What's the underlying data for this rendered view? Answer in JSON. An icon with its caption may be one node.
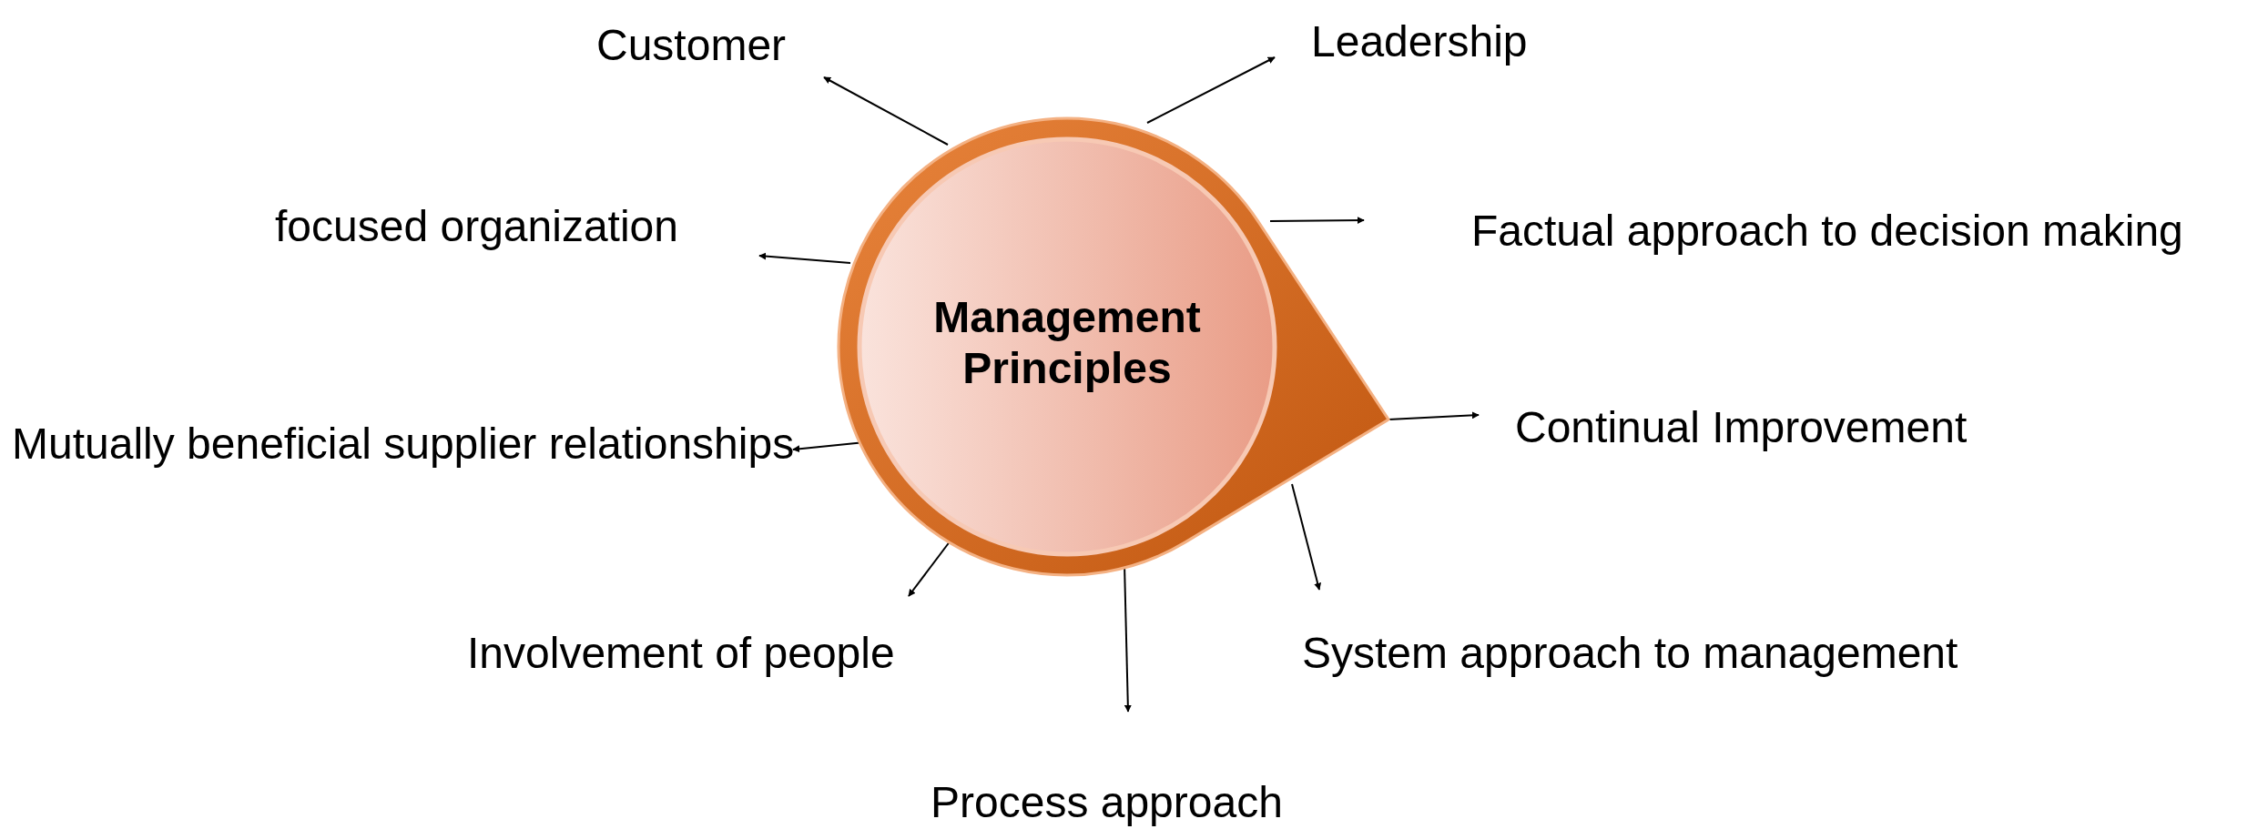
{
  "diagram": {
    "nodes": [
      {
        "text": [
          "Management Principles"
        ]
      },
      {
        "text": [
          "Customer"
        ]
      },
      {
        "text": [
          "Leadership"
        ]
      },
      {
        "text": [
          "focused organization"
        ]
      },
      {
        "text": [
          "Factual approach to decision making"
        ]
      },
      {
        "text": [
          "Continual Improvement"
        ]
      },
      {
        "text": [
          "Mutually beneficial supplier relationships"
        ]
      },
      {
        "text": [
          "Involvement of people"
        ]
      },
      {
        "text": [
          "System approach to management"
        ]
      },
      {
        "text": [
          "Process approach"
        ]
      }
    ],
    "edges": [
      {
        "from": 0,
        "to": 1,
        "arrow": "to"
      },
      {
        "from": 0,
        "to": 2,
        "arrow": "to"
      },
      {
        "from": 0,
        "to": 3,
        "arrow": "to"
      },
      {
        "from": 0,
        "to": 4,
        "arrow": "to"
      },
      {
        "from": 0,
        "to": 5,
        "arrow": "to"
      },
      {
        "from": 0,
        "to": 6,
        "arrow": "to"
      },
      {
        "from": 0,
        "to": 7,
        "arrow": "to"
      },
      {
        "from": 0,
        "to": 8,
        "arrow": "to"
      },
      {
        "from": 0,
        "to": 9,
        "arrow": "to"
      }
    ]
  }
}
